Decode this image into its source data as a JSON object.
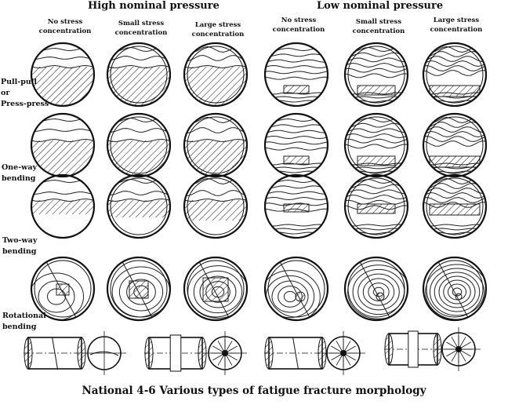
{
  "headers": {
    "high": "High nominal pressure",
    "low": "Low nominal pressure"
  },
  "columns": [
    [
      "No stress",
      "concentration"
    ],
    [
      "Small stress",
      "concentration"
    ],
    [
      "Large stress",
      "concentration"
    ],
    [
      "No stress",
      "concentration"
    ],
    [
      "Small stress",
      "concentration"
    ],
    [
      "Large stress",
      "concentration"
    ]
  ],
  "rows": [
    [
      "Pull-pull",
      "or",
      "Press-press"
    ],
    [
      "One-way",
      "bending"
    ],
    [
      "Two-way",
      "bending"
    ],
    [
      "Rotational",
      "bending"
    ]
  ],
  "caption": "National 4-6   Various types of fatigue fracture morphology"
}
